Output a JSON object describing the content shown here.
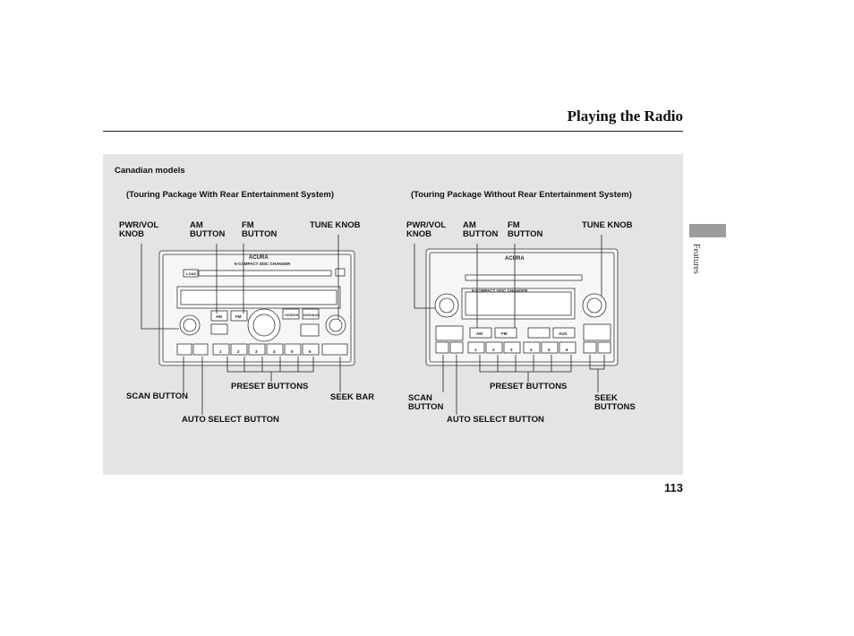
{
  "header": {
    "title": "Playing the Radio"
  },
  "sidebar": {
    "section": "Features"
  },
  "page_number": "113",
  "figure": {
    "region_note": "Canadian models",
    "left": {
      "caption": "(Touring Package With Rear Entertainment System)",
      "labels": {
        "pwr_vol": "PWR/VOL\nKNOB",
        "am": "AM\nBUTTON",
        "fm": "FM\nBUTTON",
        "tune": "TUNE KNOB",
        "scan": "SCAN BUTTON",
        "preset": "PRESET BUTTONS",
        "seek": "SEEK BAR",
        "auto_select": "AUTO SELECT BUTTON"
      },
      "unit": {
        "brand": "ACURA",
        "changer": "6-COMPACT DISC CHANGER",
        "load": "LOAD",
        "am_btn": "AM",
        "fm_btn": "FM",
        "disc_btn": "CD/DVD",
        "aux_btn": "DVD/AUX",
        "presets": [
          "1",
          "2",
          "3",
          "4",
          "5",
          "6"
        ]
      }
    },
    "right": {
      "caption": "(Touring Package Without Rear Entertainment System)",
      "labels": {
        "pwr_vol": "PWR/VOL\nKNOB",
        "am": "AM\nBUTTON",
        "fm": "FM\nBUTTON",
        "tune": "TUNE KNOB",
        "scan": "SCAN\nBUTTON",
        "preset": "PRESET BUTTONS",
        "seek": "SEEK\nBUTTONS",
        "auto_select": "AUTO SELECT BUTTON"
      },
      "unit": {
        "brand": "ACURA",
        "changer": "6-COMPACT DISC CHANGER",
        "am_btn": "AM",
        "fm_btn": "FM",
        "aux_btn": "AUX",
        "presets": [
          "1",
          "2",
          "3",
          "4",
          "5",
          "6"
        ]
      }
    }
  },
  "colors": {
    "panel": "#e4e4e4",
    "tab": "#9c9c9c",
    "ink": "#111111"
  }
}
